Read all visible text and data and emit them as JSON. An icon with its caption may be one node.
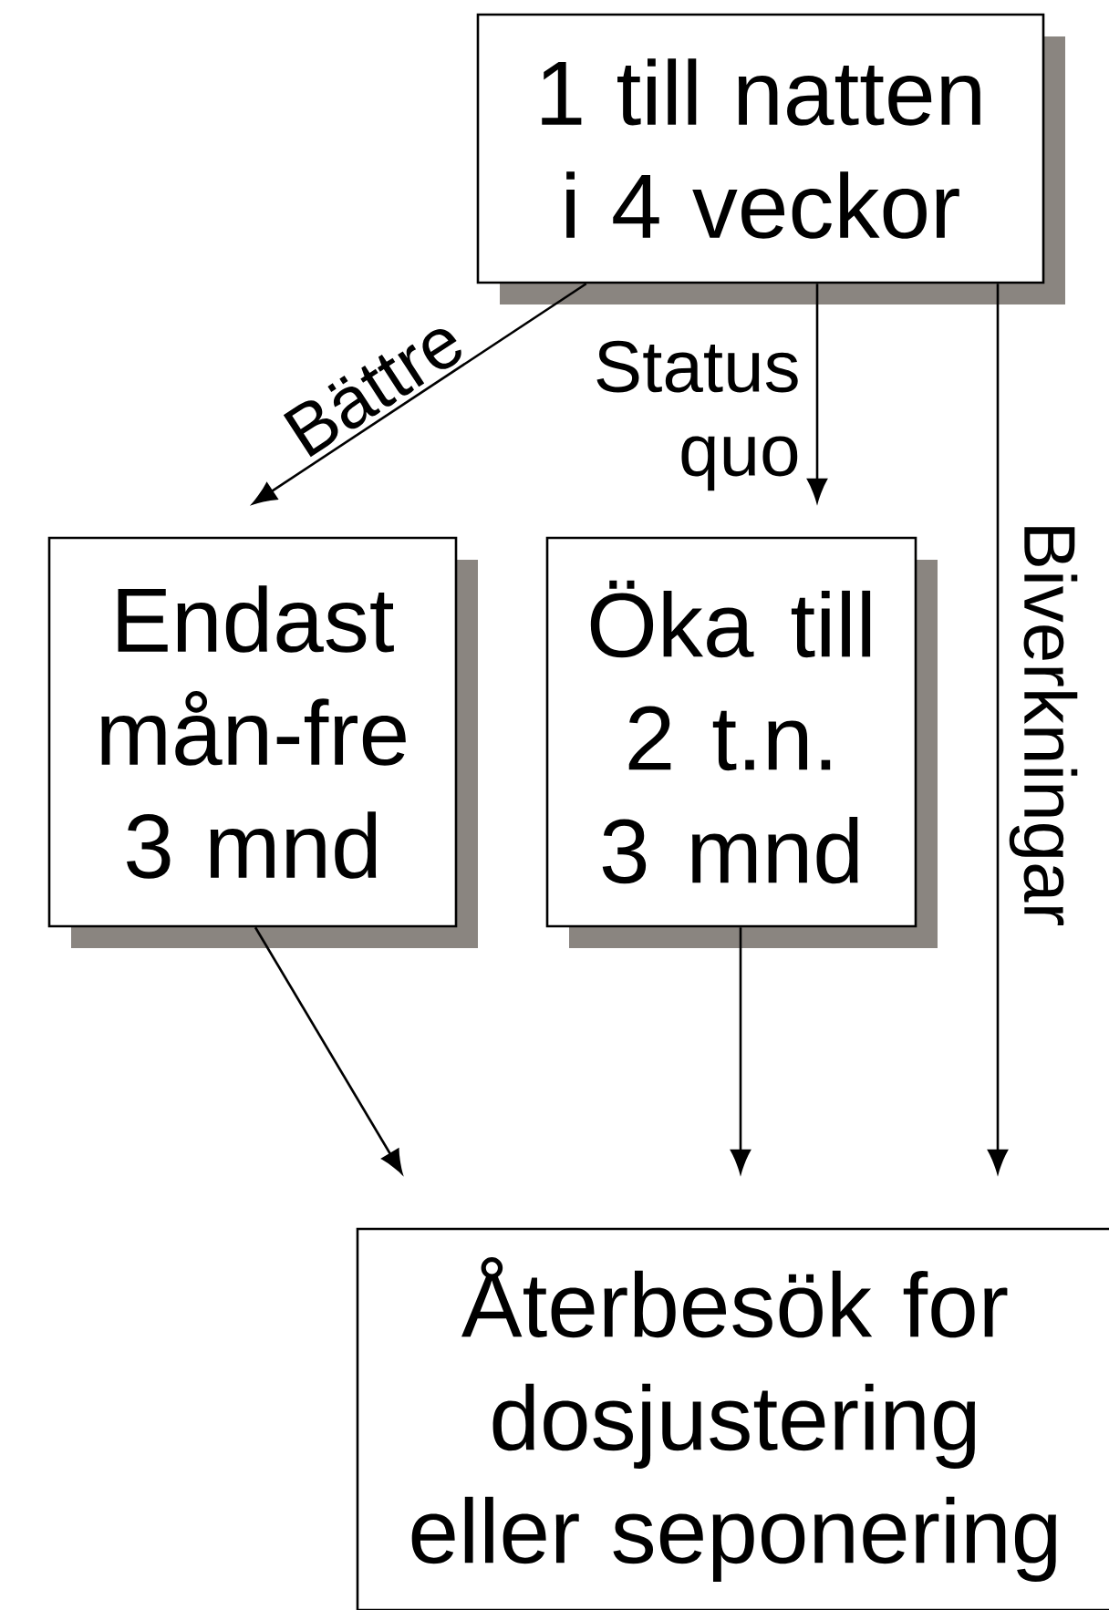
{
  "diagram": {
    "nodes": [
      {
        "text": [
          "1 till natten i 4 veckor"
        ]
      },
      {
        "text": [
          "Endast mån-fre 3 mnd"
        ]
      },
      {
        "text": [
          "Öka till 2 t.n. 3 mnd"
        ]
      },
      {
        "text": [
          "Återbesök for dosjustering eller seponering"
        ]
      }
    ],
    "edges": [
      {
        "from": 0,
        "to": 1,
        "arrow": "to",
        "label": "Bättre"
      },
      {
        "from": 0,
        "to": 2,
        "arrow": "to",
        "label": "Status quo"
      },
      {
        "from": 0,
        "to": 3,
        "arrow": "to",
        "label": "Biverkningar"
      },
      {
        "from": 1,
        "to": 3,
        "arrow": "to"
      },
      {
        "from": 2,
        "to": 3,
        "arrow": "to"
      }
    ]
  }
}
